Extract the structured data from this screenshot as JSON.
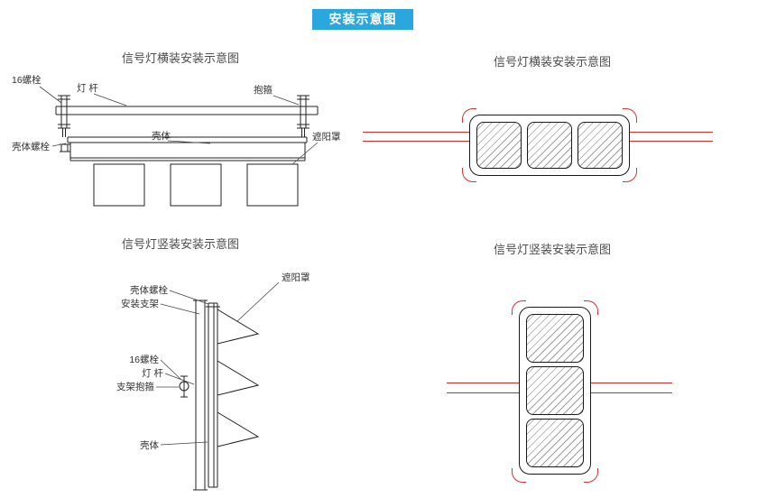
{
  "header": {
    "title": "安装示意图"
  },
  "sections": {
    "horizontal_side": {
      "title": "信号灯横装安装示意图",
      "labels": {
        "bolt16": "16螺栓",
        "pole": "灯  杆",
        "hoop": "抱箍",
        "housing_bolt": "壳体螺栓",
        "housing": "壳体",
        "sunshade": "遮阳罩"
      }
    },
    "horizontal_front": {
      "title": "信号灯横装安装示意图"
    },
    "vertical_side": {
      "title": "信号灯竖装安装示意图",
      "labels": {
        "sunshade": "遮阳罩",
        "housing_bolt": "壳体螺栓",
        "mount_bracket": "安装支架",
        "bolt16": "16螺栓",
        "pole": "灯  杆",
        "bracket_hoop": "支架抱箍",
        "housing": "壳体"
      }
    },
    "vertical_front": {
      "title": "信号灯竖装安装示意图"
    }
  },
  "colors": {
    "title_bg": "#2aa7dd",
    "title_text": "#ffffff",
    "line": "#222222",
    "accent_red": "#c53030",
    "label_text": "#333333"
  }
}
